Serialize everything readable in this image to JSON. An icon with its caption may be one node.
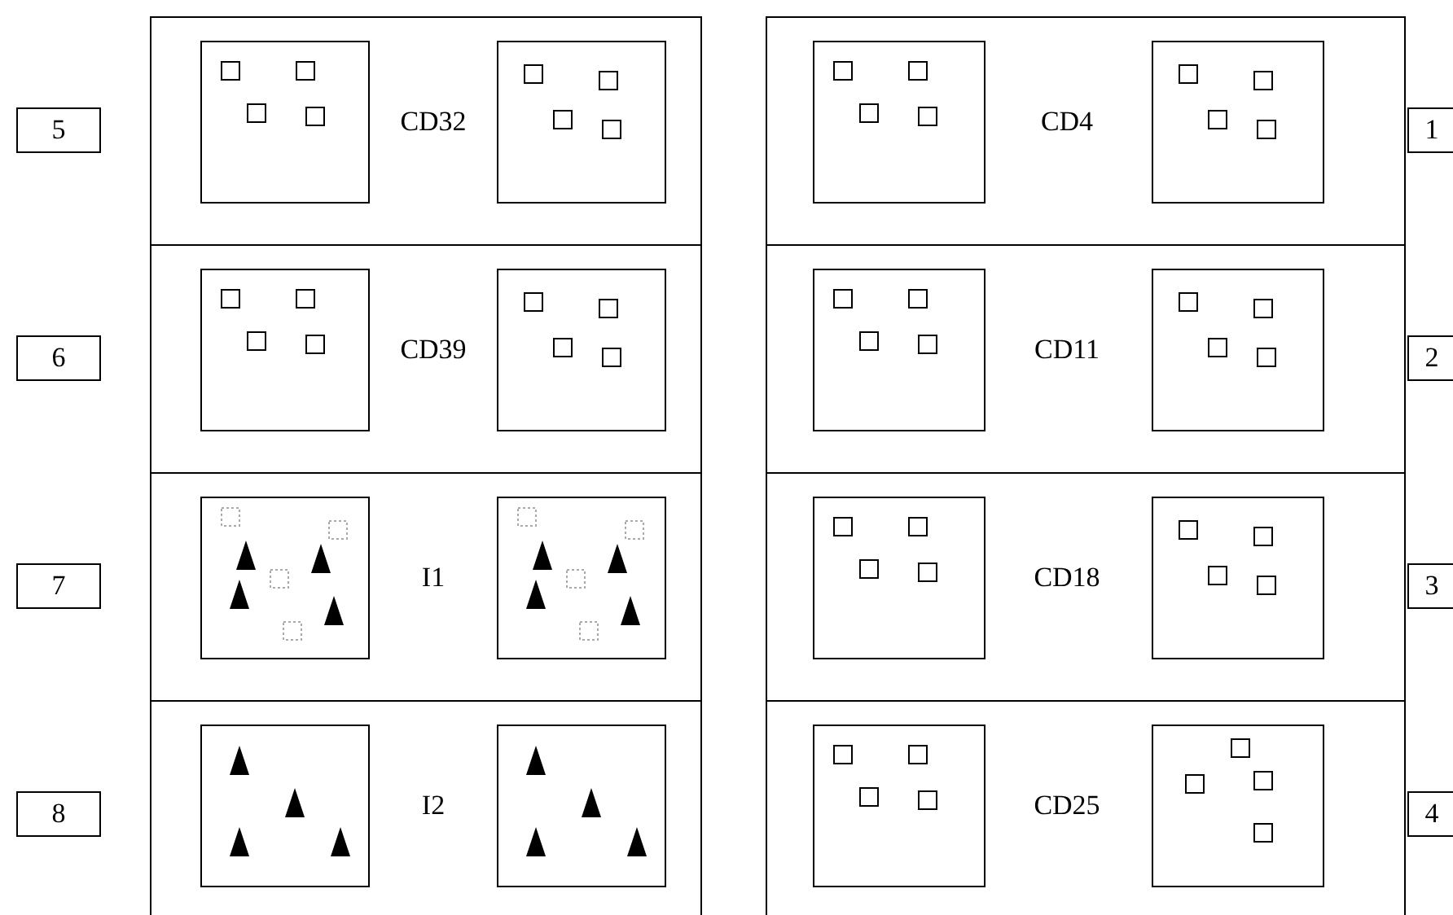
{
  "diagram": {
    "nodes": [
      {
        "text": [
          "5"
        ]
      },
      {
        "text": [
          "CD32"
        ]
      },
      {
        "text": [],
        "shape": "box",
        "in": 1
      },
      {
        "text": [],
        "shape": "box",
        "in": 1
      },
      {
        "text": [
          "CD4"
        ]
      },
      {
        "text": [],
        "shape": "box",
        "in": 4
      },
      {
        "text": [],
        "shape": "box",
        "in": 4
      },
      {
        "text": [
          "1"
        ]
      },
      {
        "text": [
          "6"
        ]
      },
      {
        "text": [
          "CD39"
        ]
      },
      {
        "text": [],
        "shape": "box",
        "in": 9
      },
      {
        "text": [],
        "shape": "box",
        "in": 9
      },
      {
        "text": [
          "CD11"
        ]
      },
      {
        "text": [],
        "shape": "box",
        "in": 12
      },
      {
        "text": [],
        "shape": "box",
        "in": 12
      },
      {
        "text": [
          "2"
        ]
      },
      {
        "text": [
          "7"
        ]
      },
      {
        "text": [
          "I1"
        ]
      },
      {
        "text": [],
        "shape": "box",
        "in": 17
      },
      {
        "text": [],
        "shape": "box",
        "in": 17
      },
      {
        "text": [
          "CD18"
        ]
      },
      {
        "text": [],
        "shape": "box",
        "in": 20
      },
      {
        "text": [],
        "shape": "box",
        "in": 20
      },
      {
        "text": [
          "3"
        ]
      },
      {
        "text": [
          "8"
        ]
      },
      {
        "text": [
          "I2"
        ]
      },
      {
        "text": [],
        "shape": "box",
        "in": 25
      },
      {
        "text": [],
        "shape": "box",
        "in": 25
      },
      {
        "text": [
          "CD25"
        ]
      },
      {
        "text": [],
        "shape": "box",
        "in": 28
      },
      {
        "text": [],
        "shape": "box",
        "in": 28
      },
      {
        "text": [
          "4"
        ]
      }
    ],
    "edges": []
  }
}
